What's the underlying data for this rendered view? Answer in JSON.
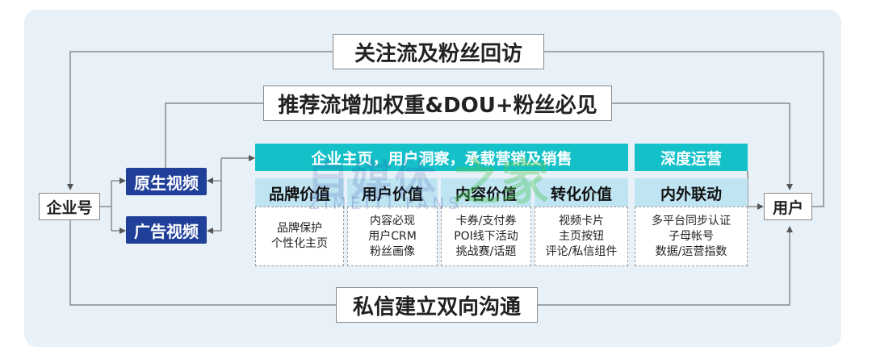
{
  "top_banner": "关注流及粉丝回访",
  "second_banner": "推荐流增加权重&DOU+粉丝必见",
  "bottom_banner": "私信建立双向沟通",
  "left_node": "企业号",
  "right_node": "用户",
  "channels": [
    "原生视频",
    "广告视频"
  ],
  "main_bar": "企业主页，用户洞察，承载营销及销售",
  "side_bar": "深度运营",
  "columns": [
    {
      "head": "品牌价值",
      "lines": [
        "品牌保护",
        "个性化主页"
      ]
    },
    {
      "head": "用户价值",
      "lines": [
        "内容必现",
        "用户CRM",
        "粉丝画像"
      ]
    },
    {
      "head": "内容价值",
      "lines": [
        "卡券/支付券",
        "POI线下活动",
        "挑战赛/话题"
      ]
    },
    {
      "head": "转化价值",
      "lines": [
        "视频卡片",
        "主页按钮",
        "评论/私信组件"
      ]
    },
    {
      "head": "内外联动",
      "lines": [
        "多平台同步认证",
        "子母帐号",
        "数据/运营指数"
      ]
    }
  ],
  "watermark": {
    "main": "自媒体",
    "accent": "之家",
    "sub": "ZIMEITI FANS"
  },
  "colors": {
    "panel": "#e8f1f8",
    "blue": "#1f3f99",
    "teal": "#15c1c9",
    "light_blue": "#bfe4f2",
    "line": "#8a8a8a"
  }
}
